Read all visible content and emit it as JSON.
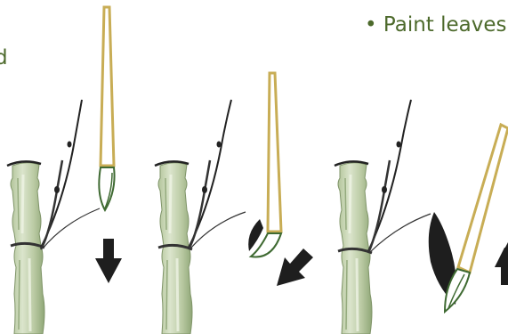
{
  "header": {
    "top_left_fragment": "...",
    "left_fragment": "d",
    "bullet": "•",
    "step_label": "Paint leaves"
  },
  "colors": {
    "text_green": "#4d6a2c",
    "bamboo_fill": "#c4d2ae",
    "bamboo_shade": "#98ae82",
    "bamboo_light": "#e6edd9",
    "outline": "#222222",
    "brush_gold": "#c8ad55",
    "brush_tip_green": "#3f6a32",
    "leaf_ink": "#1e1e1e"
  },
  "panels": [
    {
      "name": "panel-1",
      "arrow_direction": "down",
      "leaf_stage": "brush-press"
    },
    {
      "name": "panel-2",
      "arrow_direction": "down-left",
      "leaf_stage": "leaf-forming"
    },
    {
      "name": "panel-3",
      "arrow_direction": "up",
      "leaf_stage": "leaf-complete"
    }
  ]
}
